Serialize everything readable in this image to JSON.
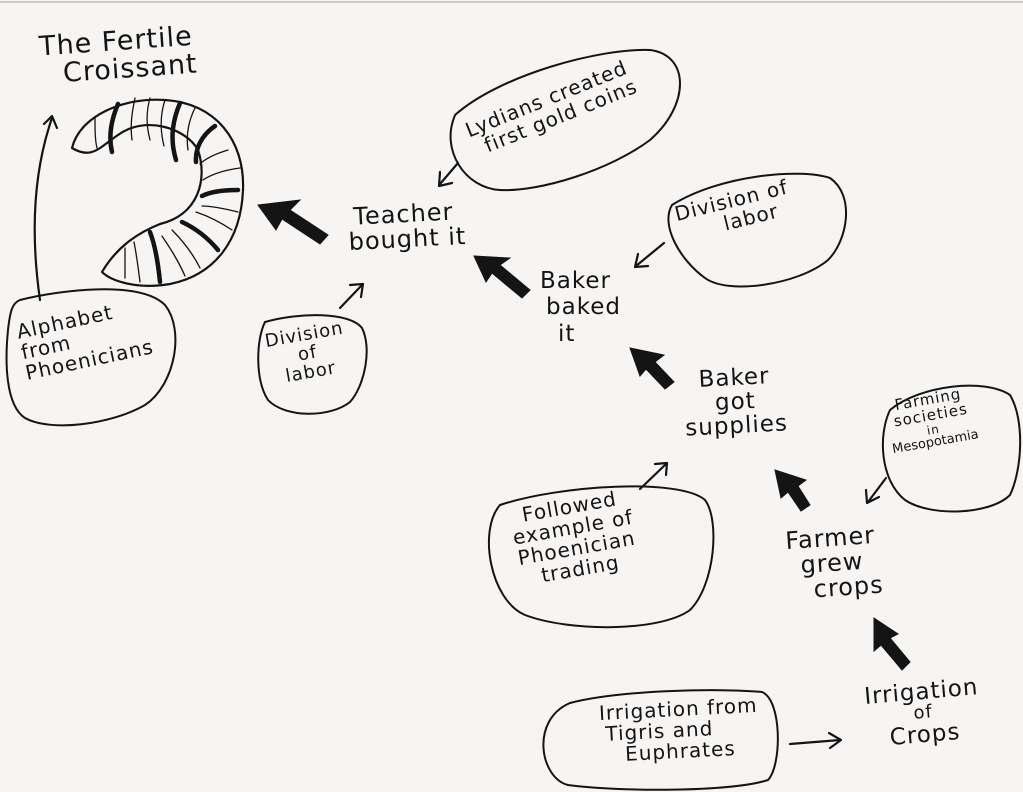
{
  "title": [
    "The Fertile",
    "Croissant"
  ],
  "nodes": {
    "teacher": [
      "Teacher",
      "bought it"
    ],
    "baker_baked": [
      "Baker",
      "baked",
      "it"
    ],
    "baker_supplies": [
      "Baker",
      "got",
      "supplies"
    ],
    "farmer": [
      "Farmer",
      "grew",
      "crops"
    ],
    "irrigation": [
      "Irrigation",
      "of",
      "Crops"
    ]
  },
  "notes": {
    "alphabet": [
      "Alphabet",
      "from",
      "Phoenicians"
    ],
    "lydians": [
      "Lydians created",
      "first gold coins"
    ],
    "division_left": [
      "Division",
      "of",
      "labor"
    ],
    "division_right": [
      "Division of",
      "labor"
    ],
    "farming": [
      "Farming",
      "societies",
      "in",
      "Mesopotamia"
    ],
    "followed": [
      "Followed",
      "example of",
      "Phoenician",
      "trading"
    ],
    "tigris": [
      "Irrigation from",
      "Tigris and",
      "Euphrates"
    ]
  }
}
